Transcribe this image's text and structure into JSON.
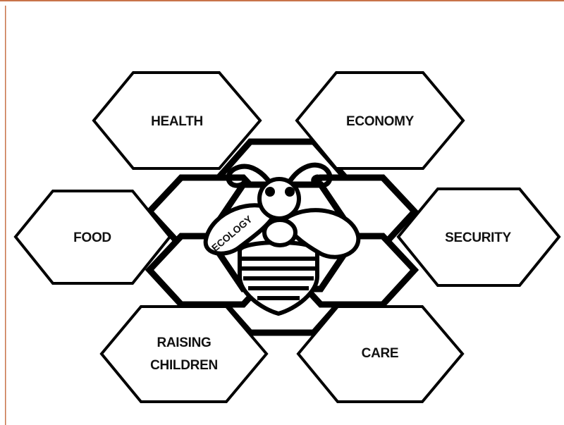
{
  "border_color": "#c8734a",
  "diagram": {
    "center_label": "ECOLOGY",
    "center_icon": "bee-icon",
    "nodes": [
      {
        "id": "health",
        "label": "HEALTH"
      },
      {
        "id": "economy",
        "label": "ECONOMY"
      },
      {
        "id": "food",
        "label": "FOOD"
      },
      {
        "id": "security",
        "label": "SECURITY"
      },
      {
        "id": "raising-children",
        "label_line1": "RAISING",
        "label_line2": "CHILDREN"
      },
      {
        "id": "care",
        "label": "CARE"
      }
    ]
  }
}
